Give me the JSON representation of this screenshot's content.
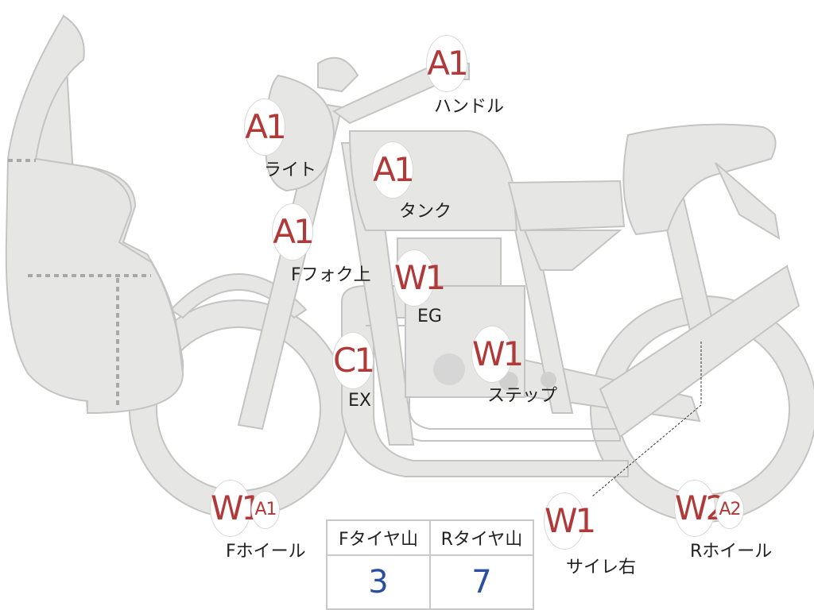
{
  "colors": {
    "part_fill": "#e6e6e4",
    "part_stroke": "#c4c4c4",
    "rank_text": "#b03a3a",
    "value_text": "#2a4fa0"
  },
  "parts": [
    {
      "key": "handle",
      "rank": "A1",
      "label": "ハンドル"
    },
    {
      "key": "light",
      "rank": "A1",
      "label": "ライト"
    },
    {
      "key": "tank",
      "rank": "A1",
      "label": "タンク"
    },
    {
      "key": "fork",
      "rank": "A1",
      "label": "Fフォク上"
    },
    {
      "key": "engine",
      "rank": "W1",
      "label": "EG"
    },
    {
      "key": "exhaust",
      "rank": "C1",
      "label": "EX"
    },
    {
      "key": "step",
      "rank": "W1",
      "label": "ステップ"
    },
    {
      "key": "f_wheel",
      "rank": "W1",
      "rank2": "A1",
      "label": "Fホイール"
    },
    {
      "key": "muffler",
      "rank": "W1",
      "label": "サイレ右"
    },
    {
      "key": "r_wheel",
      "rank": "W2",
      "rank2": "A2",
      "label": "Rホイール"
    }
  ],
  "tread_table": {
    "headers": [
      "Fタイヤ山",
      "Rタイヤ山"
    ],
    "values": [
      "3",
      "7"
    ]
  }
}
